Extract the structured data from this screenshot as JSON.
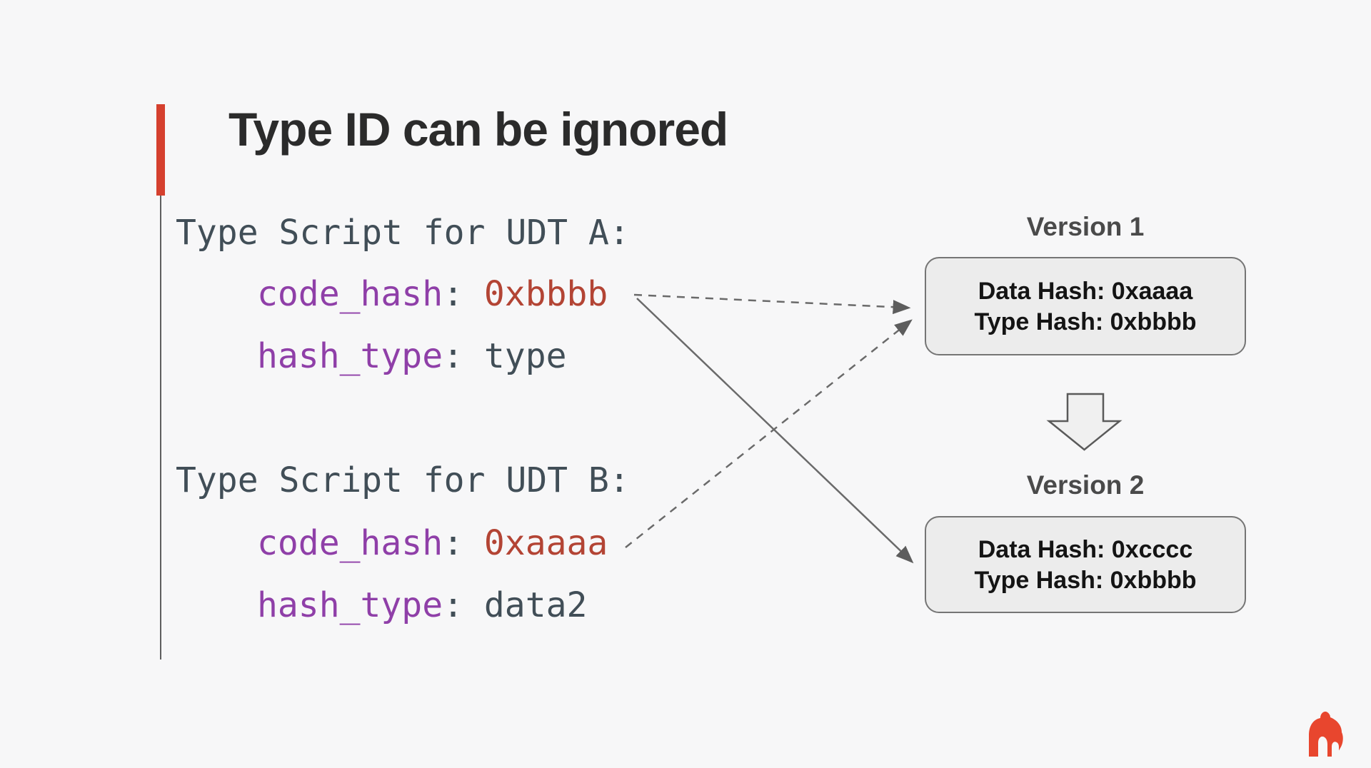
{
  "slide": {
    "title": "Type ID can be ignored"
  },
  "code_a": {
    "header": "Type Script for UDT A:",
    "prop1": {
      "key": "code_hash",
      "colon": ": ",
      "value": "0xbbbb"
    },
    "prop2": {
      "key": "hash_type",
      "colon": ": ",
      "value": "type"
    }
  },
  "code_b": {
    "header": "Type Script for UDT B:",
    "prop1": {
      "key": "code_hash",
      "colon": ": ",
      "value": "0xaaaa"
    },
    "prop2": {
      "key": "hash_type",
      "colon": ": ",
      "value": "data2"
    }
  },
  "versions": {
    "v1": {
      "label": "Version 1",
      "data_hash": "Data Hash: 0xaaaa",
      "type_hash": "Type Hash: 0xbbbb"
    },
    "v2": {
      "label": "Version 2",
      "data_hash": "Data Hash: 0xcccc",
      "type_hash": "Type Hash: 0xbbbb"
    }
  },
  "icons": {
    "logo": "gorilla-logo",
    "down_arrow": "block-down-arrow"
  },
  "colors": {
    "background": "#f7f7f8",
    "accent_red": "#d5402e",
    "title_text": "#2b2b2b",
    "code_text": "#414e57",
    "code_key_purple": "#8f3fa8",
    "code_value_red": "#b34434",
    "box_fill": "#ececec",
    "box_border": "#757575",
    "box_text": "#141414",
    "version_label": "#4a4a4a",
    "arrow_gray": "#6a6a6a",
    "arrowhead_gray": "#5d5d5d",
    "logo_red": "#e8462e"
  }
}
